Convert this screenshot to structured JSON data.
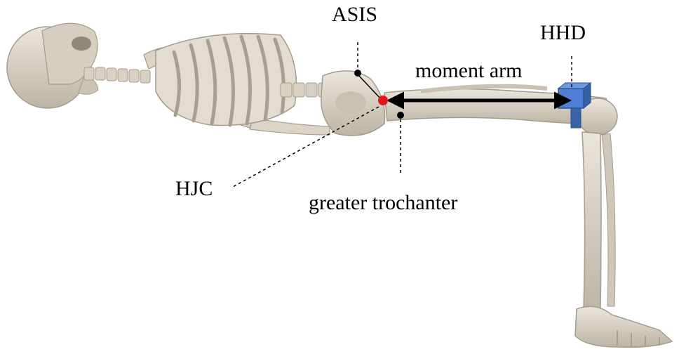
{
  "labels": {
    "asis": "ASIS",
    "hhd": "HHD",
    "moment_arm": "moment arm",
    "hjc": "HJC",
    "greater_trochanter": "greater trochanter"
  },
  "colors": {
    "bone": "#ddd6c8",
    "bone_shade": "#b9b1a1",
    "hjc_marker": "#e01818",
    "landmark_marker": "#000000",
    "hhd_device": "#3f6fc2",
    "arrow": "#000000"
  }
}
